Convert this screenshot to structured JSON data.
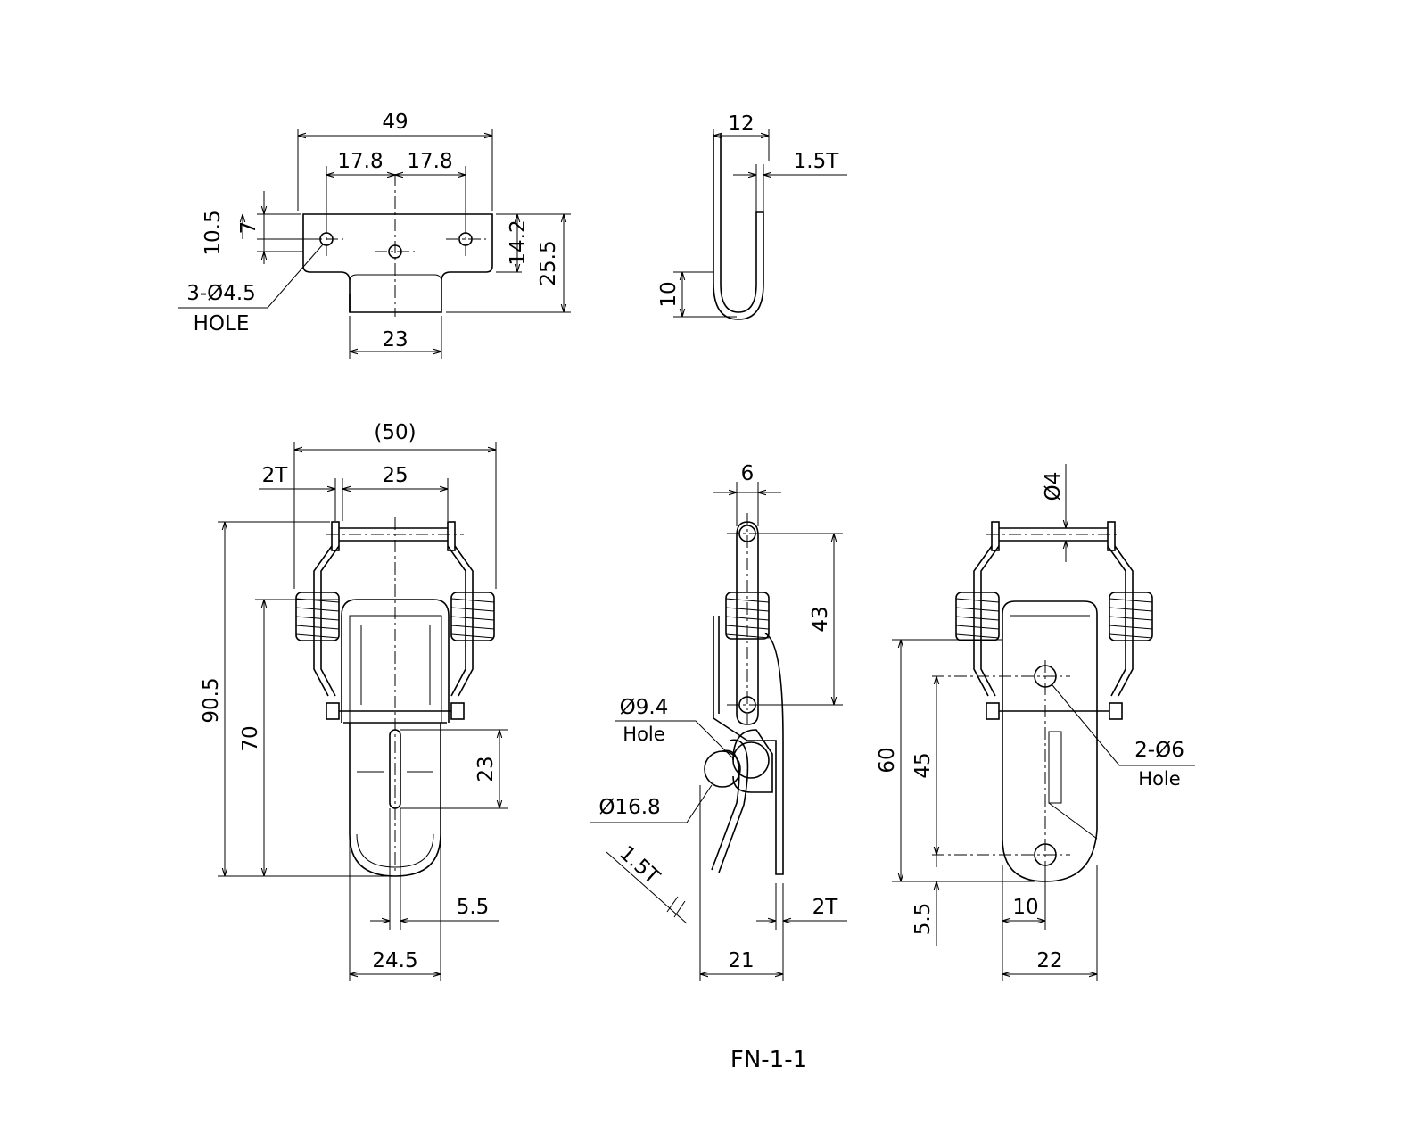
{
  "colors": {
    "line": "#000000",
    "background": "#ffffff"
  },
  "drawing_title": "FN-1-1",
  "views": {
    "hook_top": {
      "dims": {
        "width": "49",
        "left_pitch": "17.8",
        "right_pitch": "17.8",
        "tab_width": "23",
        "hole_offset_a": "10.5",
        "hole_offset_b": "7",
        "height_a": "14.2",
        "height_b": "25.5"
      },
      "hole_note_line1": "3-Ø4.5",
      "hole_note_line2": "HOLE"
    },
    "hook_side": {
      "dims": {
        "depth": "12",
        "thickness": "1.5T",
        "bend": "10"
      }
    },
    "latch_front": {
      "dims": {
        "overall_width": "(50)",
        "wire": "2T",
        "spring_span": "25",
        "total_height": "90.5",
        "body_height": "70",
        "slot_length": "23",
        "slot_width": "5.5",
        "base_width": "24.5"
      }
    },
    "latch_side": {
      "dims": {
        "top": "6",
        "pivot_span": "43",
        "lever_thickness": "1.5T",
        "plate_thickness": "2T",
        "depth": "21"
      },
      "hole_small_line1": "Ø9.4",
      "hole_small_line2": "Hole",
      "hole_large": "Ø16.8"
    },
    "latch_back": {
      "dims": {
        "pin": "Ø4",
        "height_a": "60",
        "height_b": "45",
        "offset": "5.5",
        "hole_offset": "10",
        "width": "22"
      },
      "hole_note_line1": "2-Ø6",
      "hole_note_line2": "Hole"
    }
  }
}
